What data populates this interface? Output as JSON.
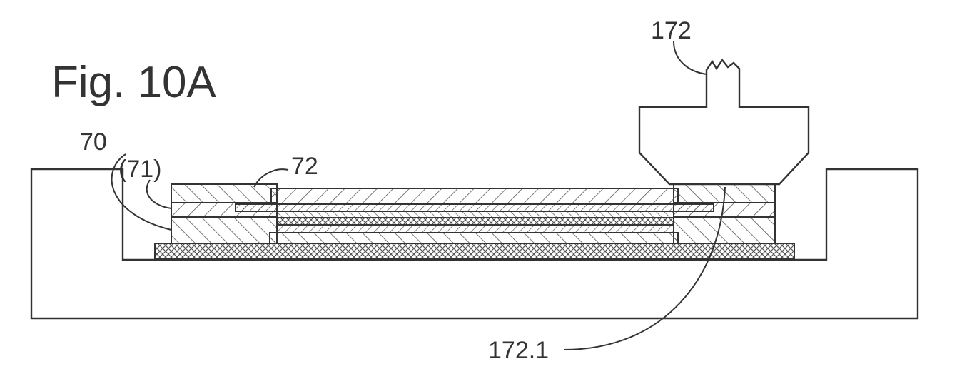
{
  "figure": {
    "title": "Fig. 10A"
  },
  "labels": {
    "tool": "172",
    "tool_tip": "172.1",
    "part_a": "70",
    "part_b": "(71)",
    "part_c": "72"
  },
  "colors": {
    "stroke": "#333333",
    "hatch": "#555555",
    "background": "#ffffff"
  }
}
